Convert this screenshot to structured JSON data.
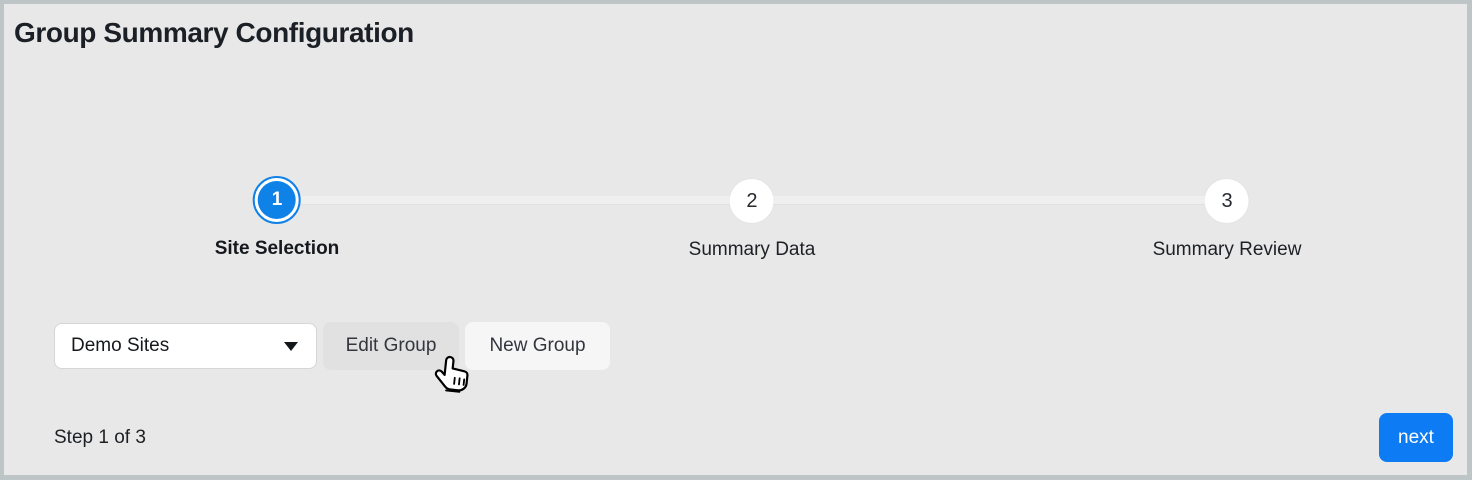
{
  "page": {
    "title": "Group Summary Configuration"
  },
  "stepper": {
    "steps": [
      {
        "number": "1",
        "label": "Site Selection",
        "active": true
      },
      {
        "number": "2",
        "label": "Summary Data",
        "active": false
      },
      {
        "number": "3",
        "label": "Summary Review",
        "active": false
      }
    ]
  },
  "controls": {
    "group_select": {
      "value": "Demo Sites"
    },
    "edit_group_label": "Edit Group",
    "new_group_label": "New Group"
  },
  "footer": {
    "step_indicator": "Step 1 of 3",
    "next_label": "next"
  },
  "colors": {
    "accent_blue": "#0d7bf3",
    "active_step_blue": "#0f82e8",
    "page_background": "#e9e8e8"
  }
}
